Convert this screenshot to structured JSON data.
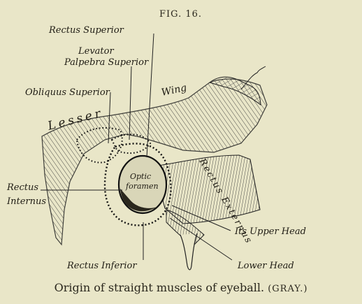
{
  "figure": {
    "number": "FIG. 16.",
    "caption": "Origin of straight muscles of eyeball.",
    "attribution": "(GRAY.)"
  },
  "labels": {
    "rectus_superior": "Rectus Superior",
    "levator_line1": "Levator",
    "levator_line2": "Palpebra Superior",
    "obliquus_superior": "Obliquus Superior",
    "wing": "Wing",
    "lesser": "Lesser",
    "optic_line1": "Optic",
    "optic_line2": "foramen",
    "rectus_externus": "Rectus Externus",
    "rectus_internus_line1": "Rectus",
    "rectus_internus_line2": "Internus",
    "its_upper_head": "Its Upper Head",
    "lower_head": "Lower Head",
    "rectus_inferior": "Rectus Inferior"
  },
  "colors": {
    "paper": "#e9e6c8",
    "ink": "#1f1c14"
  }
}
